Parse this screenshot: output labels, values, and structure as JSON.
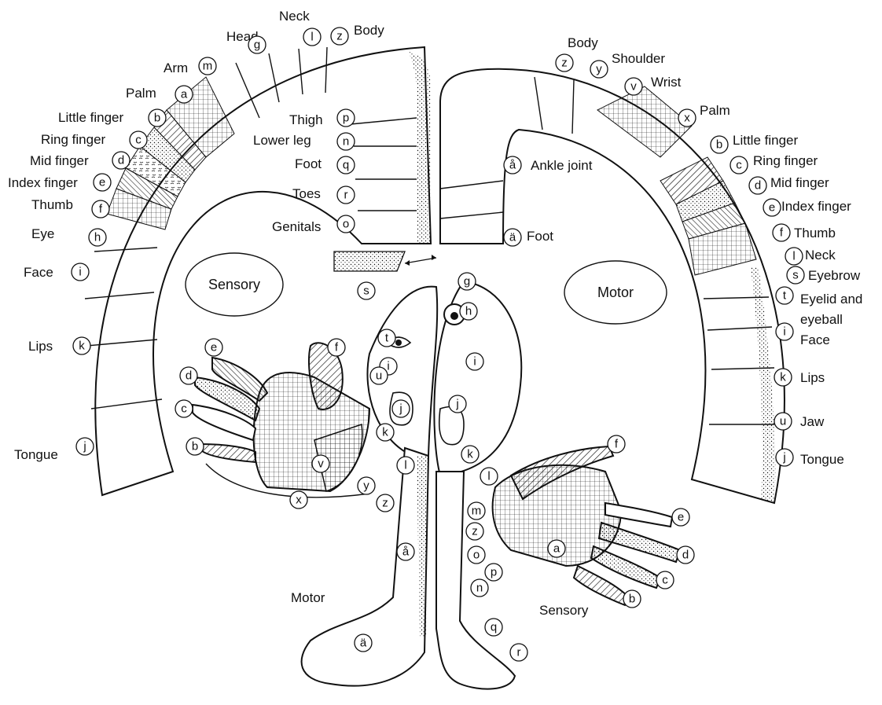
{
  "sensory_strip": {
    "labels": [
      {
        "text": "Neck",
        "letter": "l"
      },
      {
        "text": "Head",
        "letter": "g"
      },
      {
        "text": "Body",
        "letter": "z"
      },
      {
        "text": "Arm",
        "letter": "m"
      },
      {
        "text": "Palm",
        "letter": "a"
      },
      {
        "text": "Little finger",
        "letter": "b"
      },
      {
        "text": "Ring finger",
        "letter": "c"
      },
      {
        "text": "Mid finger",
        "letter": "d"
      },
      {
        "text": "Index finger",
        "letter": "e"
      },
      {
        "text": "Thumb",
        "letter": "f"
      },
      {
        "text": "Eye",
        "letter": "h"
      },
      {
        "text": "Face",
        "letter": "i"
      },
      {
        "text": "Lips",
        "letter": "k"
      },
      {
        "text": "Tongue",
        "letter": "j"
      },
      {
        "text": "Thigh",
        "letter": "p"
      },
      {
        "text": "Lower leg",
        "letter": "n"
      },
      {
        "text": "Foot",
        "letter": "q"
      },
      {
        "text": "Toes",
        "letter": "r"
      },
      {
        "text": "Genitals",
        "letter": "o"
      }
    ],
    "oval_label": "Sensory"
  },
  "motor_strip": {
    "labels": [
      {
        "text": "Body",
        "letter": "z"
      },
      {
        "text": "Shoulder",
        "letter": "y"
      },
      {
        "text": "Wrist",
        "letter": "v"
      },
      {
        "text": "Palm",
        "letter": "x"
      },
      {
        "text": "Little finger",
        "letter": "b"
      },
      {
        "text": "Ring finger",
        "letter": "c"
      },
      {
        "text": "Mid finger",
        "letter": "d"
      },
      {
        "text": "Index finger",
        "letter": "e"
      },
      {
        "text": "Thumb",
        "letter": "f"
      },
      {
        "text": "Neck",
        "letter": "l"
      },
      {
        "text": "Eyebrow",
        "letter": "s"
      },
      {
        "text": "Eyelid and",
        "letter": "t"
      },
      {
        "text": "eyeball",
        "letter": ""
      },
      {
        "text": "Face",
        "letter": "i"
      },
      {
        "text": "Lips",
        "letter": "k"
      },
      {
        "text": "Jaw",
        "letter": "u"
      },
      {
        "text": "Tongue",
        "letter": "j"
      },
      {
        "text": "Ankle joint",
        "letter": "å"
      },
      {
        "text": "Foot",
        "letter": "ä"
      }
    ],
    "oval_label": "Motor"
  },
  "homunculus": {
    "motor_caption": "Motor",
    "sensory_caption": "Sensory",
    "left_letters": [
      "s",
      "t",
      "i",
      "u",
      "j",
      "k",
      "e",
      "f",
      "d",
      "c",
      "b",
      "v",
      "l",
      "y",
      "z",
      "x",
      "å",
      "ä"
    ],
    "right_letters": [
      "g",
      "h",
      "i",
      "j",
      "k",
      "f",
      "l",
      "m",
      "a",
      "z",
      "o",
      "p",
      "e",
      "n",
      "d",
      "c",
      "b",
      "q",
      "r"
    ]
  }
}
